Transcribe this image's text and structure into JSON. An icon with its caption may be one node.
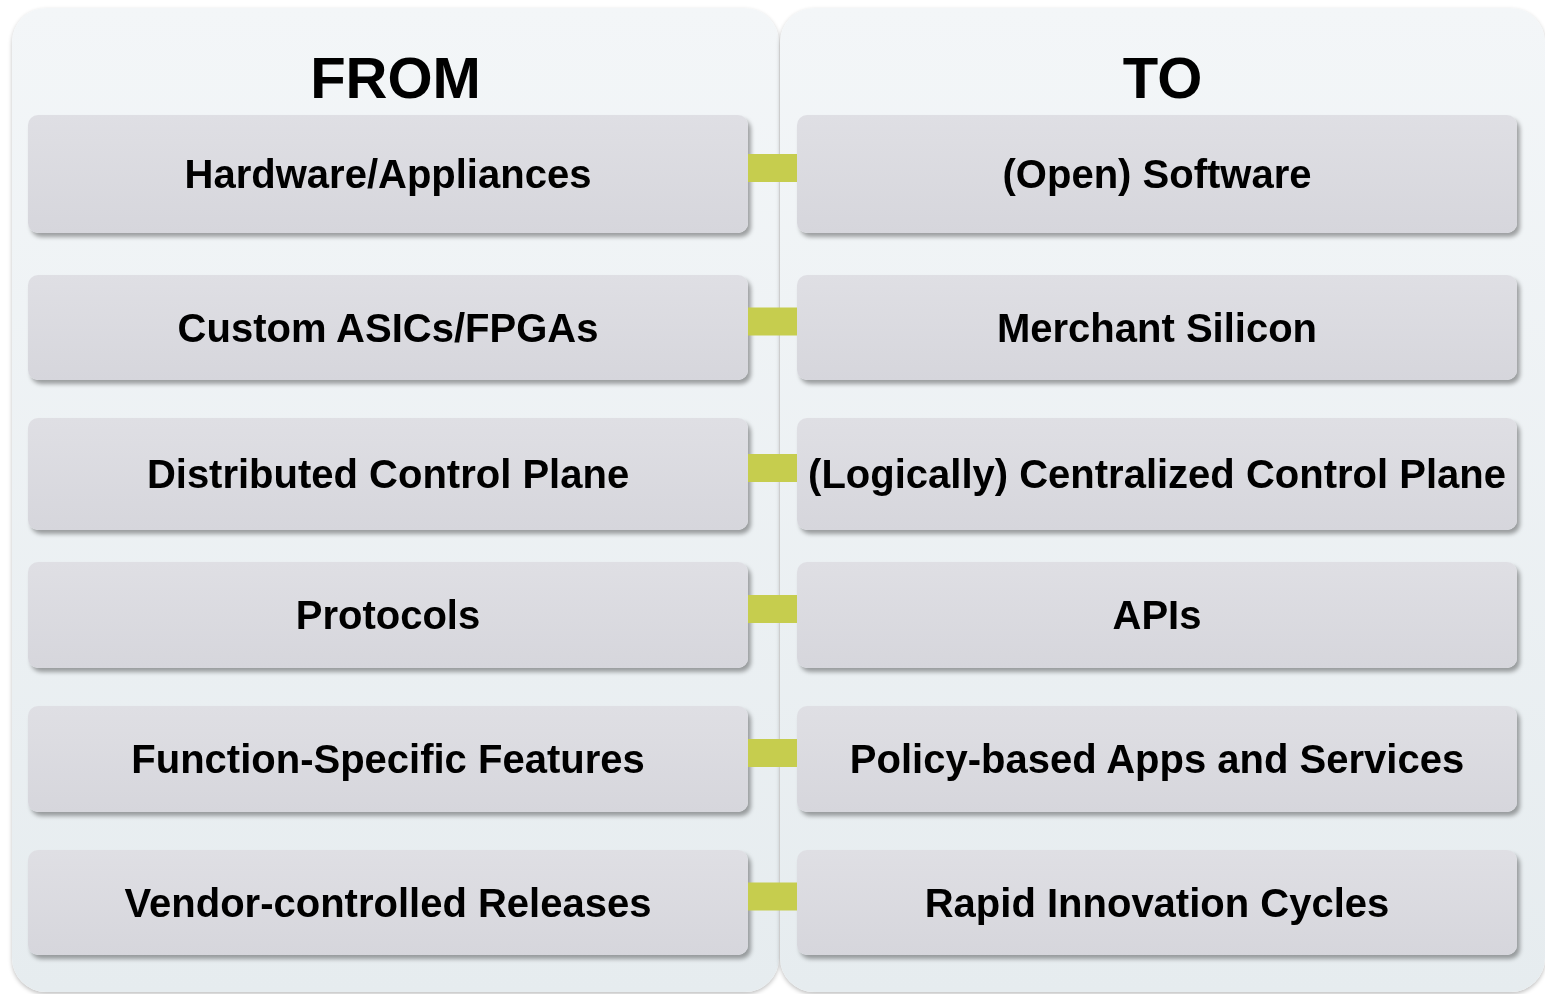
{
  "diagram": {
    "nodes": [
      {
        "text": [
          "FROM"
        ]
      },
      {
        "text": [
          "Hardware/Appliances"
        ],
        "in": 0
      },
      {
        "text": [
          "Custom ASICs/FPGAs"
        ],
        "in": 0
      },
      {
        "text": [
          "Distributed Control Plane"
        ],
        "in": 0
      },
      {
        "text": [
          "Protocols"
        ],
        "in": 0
      },
      {
        "text": [
          "Function-Specific Features"
        ],
        "in": 0
      },
      {
        "text": [
          "Vendor-controlled Releases"
        ],
        "in": 0
      },
      {
        "text": [
          "TO"
        ]
      },
      {
        "text": [
          "(Open) Software"
        ],
        "in": 7
      },
      {
        "text": [
          "Merchant Silicon"
        ],
        "in": 7
      },
      {
        "text": [
          "(Logically) Centralized Control Plane"
        ],
        "in": 7
      },
      {
        "text": [
          "APIs"
        ],
        "in": 7
      },
      {
        "text": [
          "Policy-based Apps and Services"
        ],
        "in": 7
      },
      {
        "text": [
          "Rapid Innovation Cycles"
        ],
        "in": 7
      }
    ],
    "edges": [
      {
        "from": 1,
        "to": 8,
        "arrow": "none"
      },
      {
        "from": 2,
        "to": 9,
        "arrow": "none"
      },
      {
        "from": 3,
        "to": 10,
        "arrow": "none"
      },
      {
        "from": 4,
        "to": 11,
        "arrow": "none"
      },
      {
        "from": 5,
        "to": 12,
        "arrow": "none"
      },
      {
        "from": 6,
        "to": 13,
        "arrow": "none"
      }
    ]
  }
}
